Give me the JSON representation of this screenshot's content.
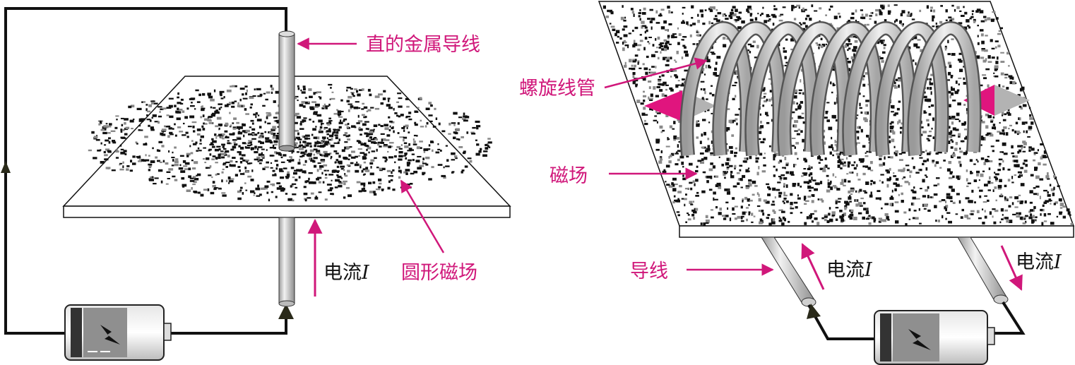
{
  "left_diagram": {
    "wire_label": "直的金属导线",
    "current_label": "电流",
    "current_symbol": "I",
    "field_label": "圆形磁场"
  },
  "right_diagram": {
    "solenoid_label": "螺旋线管",
    "field_label": "磁场",
    "wire_label": "导线",
    "current_label_left": "电流",
    "current_label_right": "电流",
    "current_symbol": "I"
  },
  "colors": {
    "accent": "#d0177a",
    "wire": "#111111",
    "rod": "#cfcfcf",
    "board": "#ffffff"
  }
}
